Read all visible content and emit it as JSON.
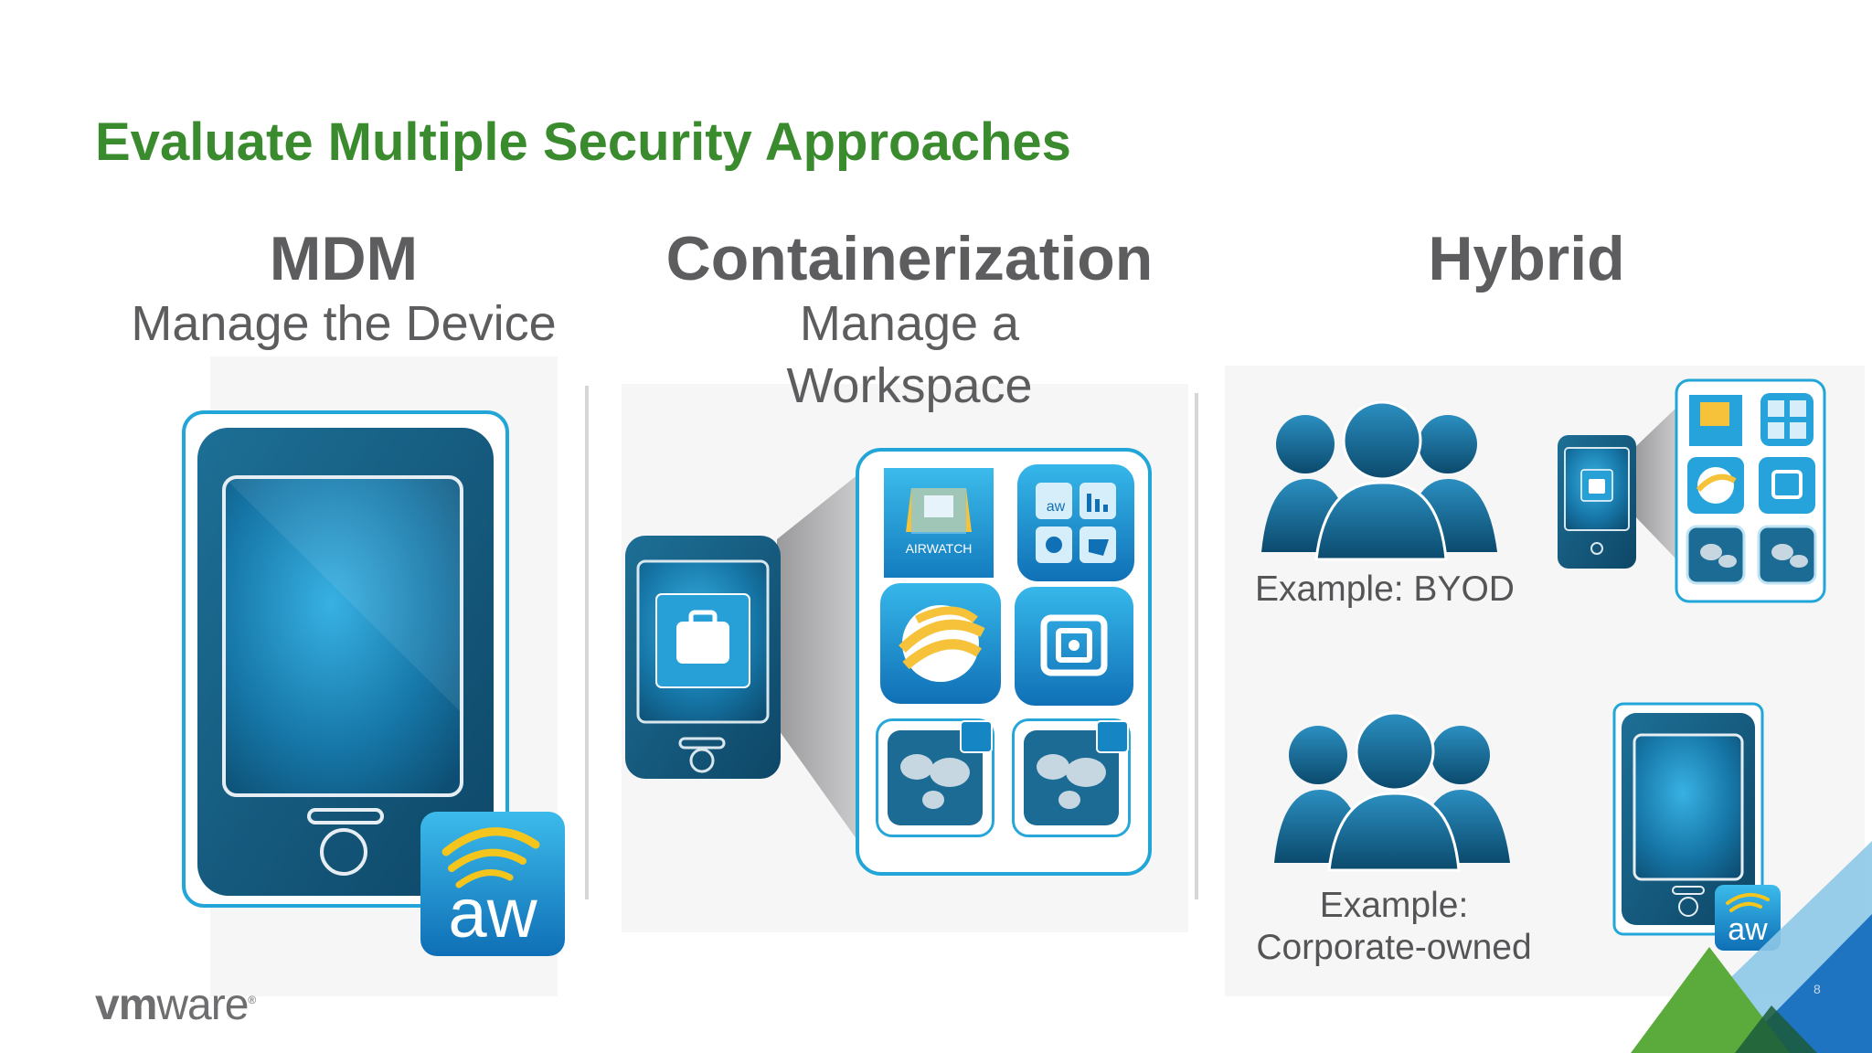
{
  "slide": {
    "title": "Evaluate Multiple Security Approaches",
    "page_number": "8"
  },
  "columns": {
    "mdm": {
      "heading": "MDM",
      "subheading": "Manage the Device"
    },
    "containerization": {
      "heading": "Containerization",
      "subheading_line1": "Manage a",
      "subheading_line2": "Workspace"
    },
    "hybrid": {
      "heading": "Hybrid"
    }
  },
  "examples": {
    "byod": "Example: BYOD",
    "corporate_line1": "Example:",
    "corporate_line2": "Corporate-owned"
  },
  "icons": {
    "aw_badge": "aw",
    "aw_small": "aw",
    "airwatch_label": "AIRWATCH"
  },
  "brand": {
    "logo_text_bold": "vm",
    "logo_text": "ware",
    "logo_mark": "®"
  },
  "colors": {
    "title_green": "#3a8a2e",
    "text_gray": "#5d5d5f",
    "device_blue": "#1a6b94",
    "frame_cyan": "#22a6d8",
    "corner_green": "#5aab3c",
    "corner_blue": "#1f74c2"
  }
}
